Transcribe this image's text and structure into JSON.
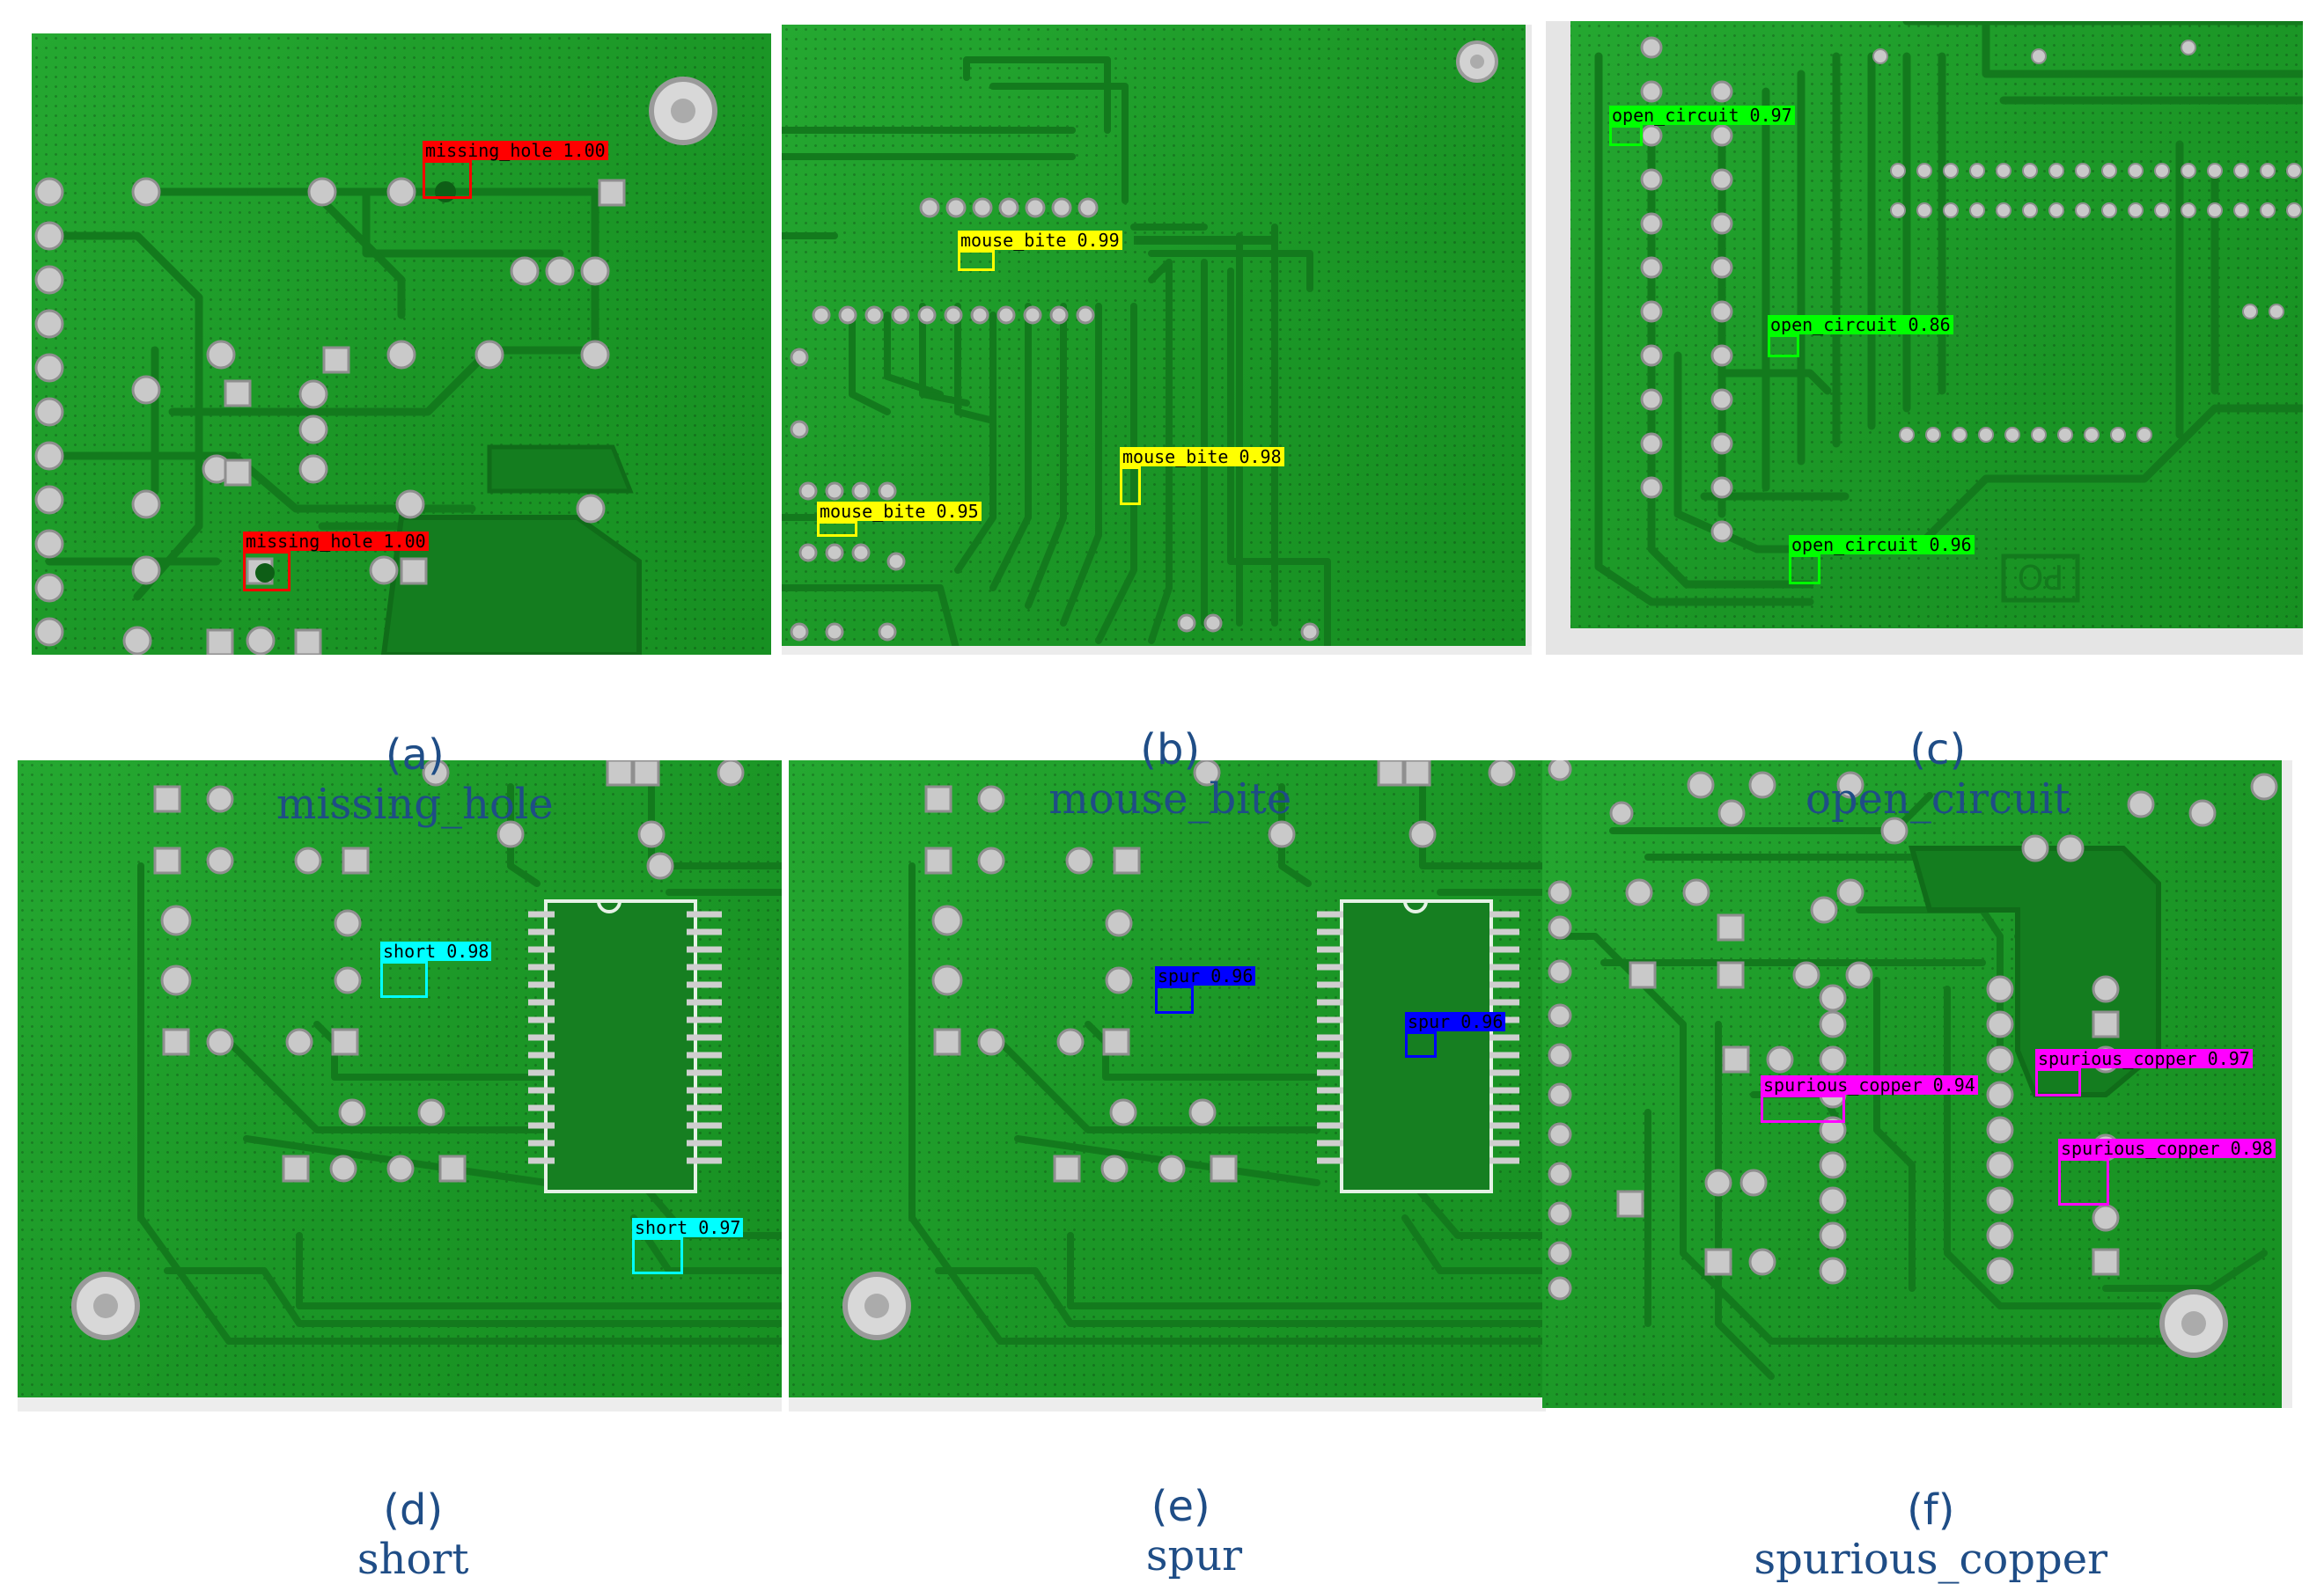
{
  "colors": {
    "missing_hole": "#ff0000",
    "mouse_bite": "#ffff00",
    "open_circuit": "#00ff00",
    "short": "#00ffff",
    "spur": "#0000ff",
    "spurious_copper": "#ff00ff",
    "caption": "#1f4d86",
    "board": "#1f9a2a"
  },
  "panels": [
    {
      "id": "a",
      "caption_tag": "(a)",
      "caption_text": "missing_hole",
      "detections": [
        {
          "label": "missing_hole 1.00",
          "class": "missing_hole"
        },
        {
          "label": "missing_hole 1.00",
          "class": "missing_hole"
        }
      ]
    },
    {
      "id": "b",
      "caption_tag": "(b)",
      "caption_text": "mouse_bite",
      "detections": [
        {
          "label": "mouse_bite 0.99",
          "class": "mouse_bite"
        },
        {
          "label": "mouse_bite 0.98",
          "class": "mouse_bite"
        },
        {
          "label": "mouse_bite 0.95",
          "class": "mouse_bite"
        }
      ]
    },
    {
      "id": "c",
      "caption_tag": "(c)",
      "caption_text": "open_circuit",
      "detections": [
        {
          "label": "open_circuit 0.97",
          "class": "open_circuit"
        },
        {
          "label": "open_circuit 0.86",
          "class": "open_circuit"
        },
        {
          "label": "open_circuit 0.96",
          "class": "open_circuit"
        }
      ],
      "board_text": "PO"
    },
    {
      "id": "d",
      "caption_tag": "(d)",
      "caption_text": "short",
      "detections": [
        {
          "label": "short 0.98",
          "class": "short"
        },
        {
          "label": "short 0.97",
          "class": "short"
        }
      ]
    },
    {
      "id": "e",
      "caption_tag": "(e)",
      "caption_text": "  spur",
      "detections": [
        {
          "label": "spur 0.96",
          "class": "spur"
        },
        {
          "label": "spur 0.96",
          "class": "spur"
        }
      ]
    },
    {
      "id": "f",
      "caption_tag": "(f)",
      "caption_text": "spurious_copper",
      "detections": [
        {
          "label": "spurious_copper 0.97",
          "class": "spurious_copper"
        },
        {
          "label": "spurious_copper 0.94",
          "class": "spurious_copper"
        },
        {
          "label": "spurious_copper 0.98",
          "class": "spurious_copper"
        }
      ]
    }
  ]
}
